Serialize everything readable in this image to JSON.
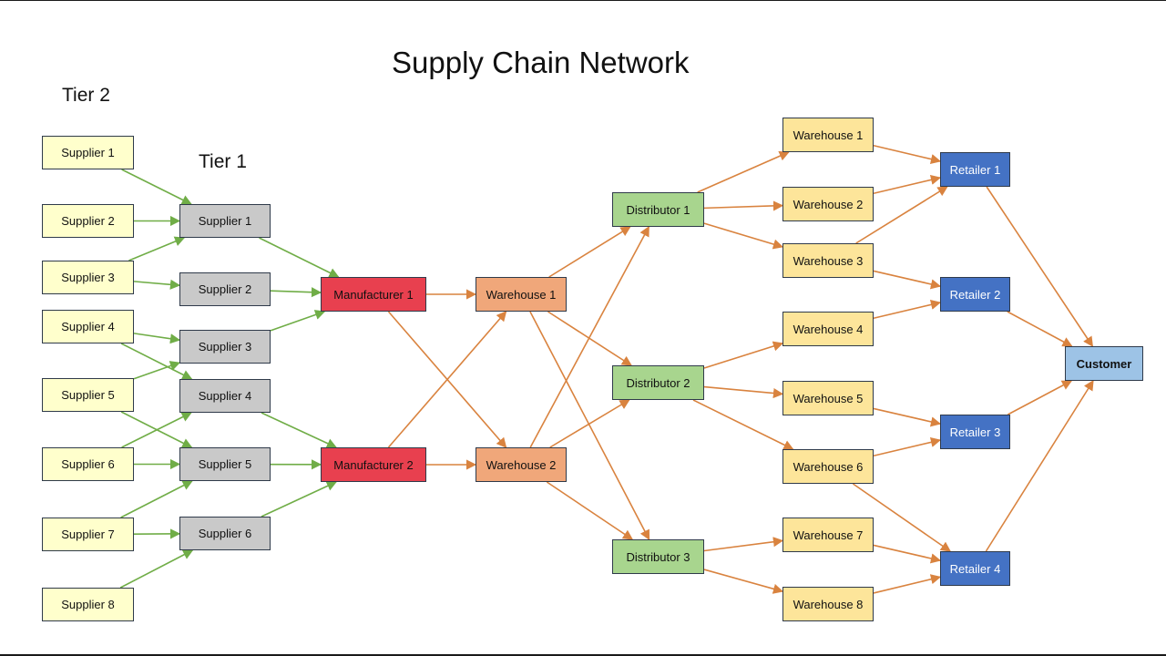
{
  "title": "Supply Chain Network",
  "tier_labels": {
    "tier2": "Tier 2",
    "tier1": "Tier 1"
  },
  "colors": {
    "supply_arrow": "#70ad47",
    "distribution_arrow": "#d9833f"
  },
  "nodes": {
    "s2_1": "Supplier 1",
    "s2_2": "Supplier 2",
    "s2_3": "Supplier 3",
    "s2_4": "Supplier 4",
    "s2_5": "Supplier 5",
    "s2_6": "Supplier 6",
    "s2_7": "Supplier 7",
    "s2_8": "Supplier 8",
    "s1_1": "Supplier 1",
    "s1_2": "Supplier 2",
    "s1_3": "Supplier 3",
    "s1_4": "Supplier 4",
    "s1_5": "Supplier 5",
    "s1_6": "Supplier 6",
    "m1": "Manufacturer 1",
    "m2": "Manufacturer 2",
    "w1_1": "Warehouse 1",
    "w1_2": "Warehouse 2",
    "d1": "Distributor 1",
    "d2": "Distributor 2",
    "d3": "Distributor 3",
    "w2_1": "Warehouse 1",
    "w2_2": "Warehouse 2",
    "w2_3": "Warehouse 3",
    "w2_4": "Warehouse 4",
    "w2_5": "Warehouse 5",
    "w2_6": "Warehouse 6",
    "w2_7": "Warehouse 7",
    "w2_8": "Warehouse 8",
    "r1": "Retailer 1",
    "r2": "Retailer 2",
    "r3": "Retailer 3",
    "r4": "Retailer 4",
    "cust": "Customer"
  },
  "edges": [
    [
      "s2_1",
      "s1_1",
      "g"
    ],
    [
      "s2_2",
      "s1_1",
      "g"
    ],
    [
      "s2_3",
      "s1_1",
      "g"
    ],
    [
      "s2_3",
      "s1_2",
      "g"
    ],
    [
      "s2_4",
      "s1_3",
      "g"
    ],
    [
      "s2_4",
      "s1_4",
      "g"
    ],
    [
      "s2_5",
      "s1_3",
      "g"
    ],
    [
      "s2_5",
      "s1_5",
      "g"
    ],
    [
      "s2_6",
      "s1_4",
      "g"
    ],
    [
      "s2_6",
      "s1_5",
      "g"
    ],
    [
      "s2_7",
      "s1_5",
      "g"
    ],
    [
      "s2_7",
      "s1_6",
      "g"
    ],
    [
      "s2_8",
      "s1_6",
      "g"
    ],
    [
      "s1_1",
      "m1",
      "g"
    ],
    [
      "s1_2",
      "m1",
      "g"
    ],
    [
      "s1_3",
      "m1",
      "g"
    ],
    [
      "s1_4",
      "m2",
      "g"
    ],
    [
      "s1_5",
      "m2",
      "g"
    ],
    [
      "s1_6",
      "m2",
      "g"
    ],
    [
      "m1",
      "w1_1",
      "o"
    ],
    [
      "m1",
      "w1_2",
      "o"
    ],
    [
      "m2",
      "w1_2",
      "o"
    ],
    [
      "m2",
      "w1_1",
      "o"
    ],
    [
      "w1_1",
      "d1",
      "o"
    ],
    [
      "w1_1",
      "d2",
      "o"
    ],
    [
      "w1_1",
      "d3",
      "o"
    ],
    [
      "w1_2",
      "d1",
      "o"
    ],
    [
      "w1_2",
      "d2",
      "o"
    ],
    [
      "w1_2",
      "d3",
      "o"
    ],
    [
      "d1",
      "w2_1",
      "o"
    ],
    [
      "d1",
      "w2_2",
      "o"
    ],
    [
      "d1",
      "w2_3",
      "o"
    ],
    [
      "d2",
      "w2_4",
      "o"
    ],
    [
      "d2",
      "w2_5",
      "o"
    ],
    [
      "d2",
      "w2_6",
      "o"
    ],
    [
      "d3",
      "w2_7",
      "o"
    ],
    [
      "d3",
      "w2_8",
      "o"
    ],
    [
      "w2_1",
      "r1",
      "o"
    ],
    [
      "w2_2",
      "r1",
      "o"
    ],
    [
      "w2_3",
      "r1",
      "o"
    ],
    [
      "w2_3",
      "r2",
      "o"
    ],
    [
      "w2_4",
      "r2",
      "o"
    ],
    [
      "w2_5",
      "r3",
      "o"
    ],
    [
      "w2_6",
      "r3",
      "o"
    ],
    [
      "w2_6",
      "r4",
      "o"
    ],
    [
      "w2_7",
      "r4",
      "o"
    ],
    [
      "w2_8",
      "r4",
      "o"
    ],
    [
      "r1",
      "cust",
      "o"
    ],
    [
      "r2",
      "cust",
      "o"
    ],
    [
      "r3",
      "cust",
      "o"
    ],
    [
      "r4",
      "cust",
      "o"
    ]
  ]
}
